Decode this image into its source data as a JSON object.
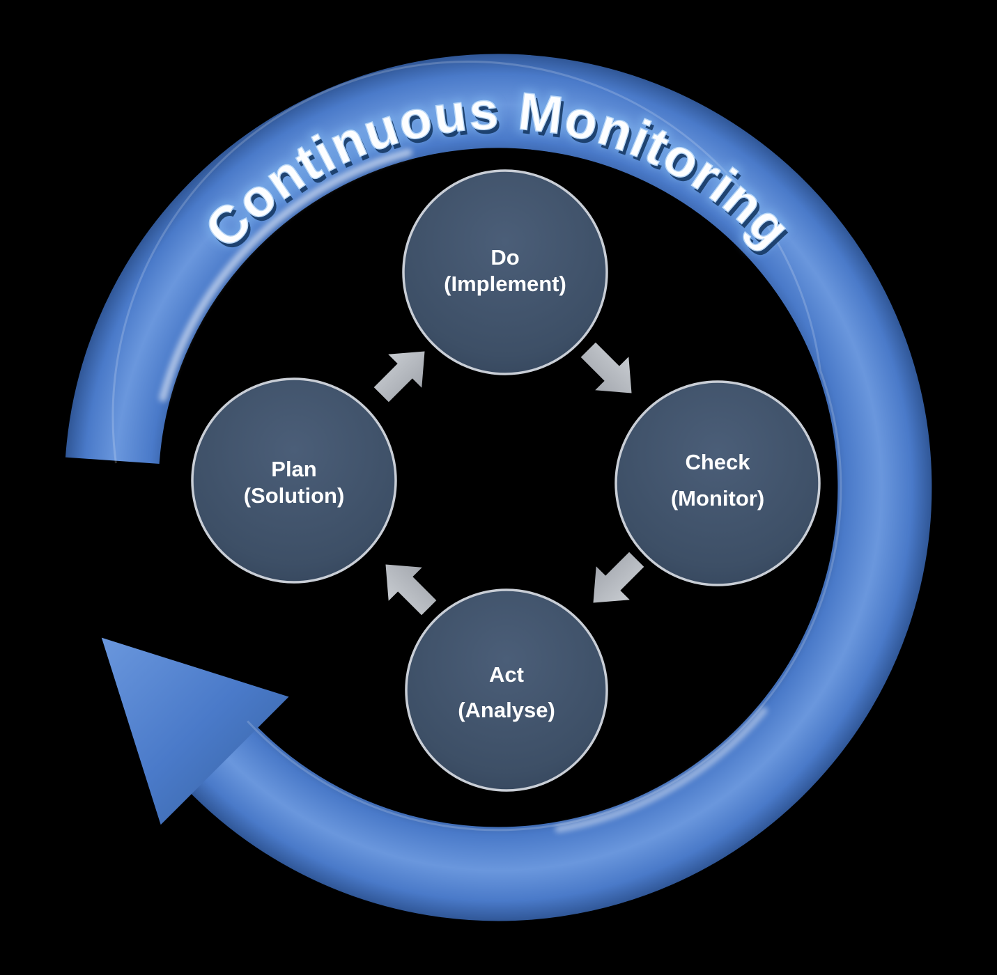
{
  "title": "Continuous Monitoring",
  "diagram": {
    "type": "cycle",
    "ring_label": "Continuous Monitoring",
    "nodes": [
      {
        "id": "do",
        "line1": "Do",
        "line2": "(Implement)"
      },
      {
        "id": "check",
        "line1": "Check",
        "line2": "(Monitor)"
      },
      {
        "id": "act",
        "line1": "Act",
        "line2": "(Analyse)"
      },
      {
        "id": "plan",
        "line1": "Plan",
        "line2": "(Solution)"
      }
    ],
    "edges": [
      {
        "from": "plan",
        "to": "do"
      },
      {
        "from": "do",
        "to": "check"
      },
      {
        "from": "check",
        "to": "act"
      },
      {
        "from": "act",
        "to": "plan"
      }
    ],
    "colors": {
      "background": "#000000",
      "ring": "#4a7ac9",
      "ring_highlight": "#6a97dd",
      "node_fill": "#3d4f66",
      "node_border": "#c9ced6",
      "step_arrow": "#b5b9bf",
      "label_text": "#ffffff",
      "title_text": "#fdfeff",
      "title_glow": "#7fb6ef"
    }
  }
}
